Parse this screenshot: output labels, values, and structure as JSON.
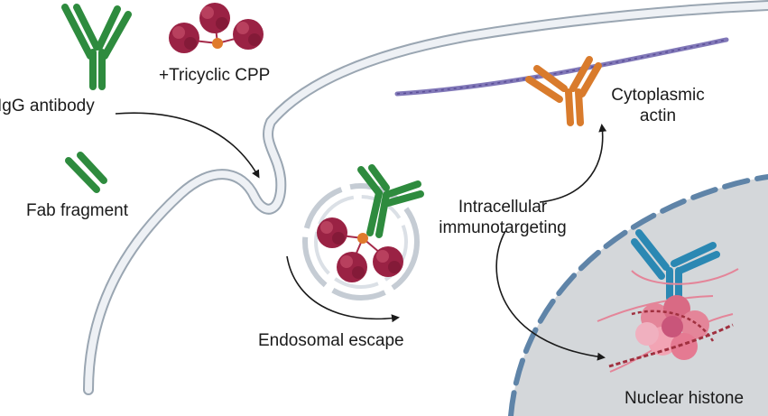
{
  "labels": {
    "igg": "IgG antibody",
    "cpp": "+Tricyclic CPP",
    "fab": "Fab fragment",
    "endosomal": "Endosomal escape",
    "intracellular_line1": "Intracellular",
    "intracellular_line2": "immunotargeting",
    "cytoplasmic_line1": "Cytoplasmic",
    "cytoplasmic_line2": "actin",
    "nuclear": "Nuclear histone"
  },
  "colors": {
    "igg_antibody": "#2e8b3e",
    "actin_antibody": "#d97b2c",
    "histone_antibody": "#2b88b3",
    "cpp_cargo": "#a52a4a",
    "cpp_core": "#e07a2c",
    "membrane": "#dde3ea",
    "nucleus": "#d4d7da",
    "nuclear_envelope": "#5f84a8",
    "actin_filament": "#6b5fa8",
    "histone": "#e48599",
    "dna": "#a0303f"
  },
  "icons": [
    "igg-antibody-icon",
    "tricyclic-cpp-icon",
    "fab-fragment-icon",
    "endosome-icon",
    "actin-antibody-icon",
    "histone-antibody-icon",
    "nucleosome-icon"
  ]
}
